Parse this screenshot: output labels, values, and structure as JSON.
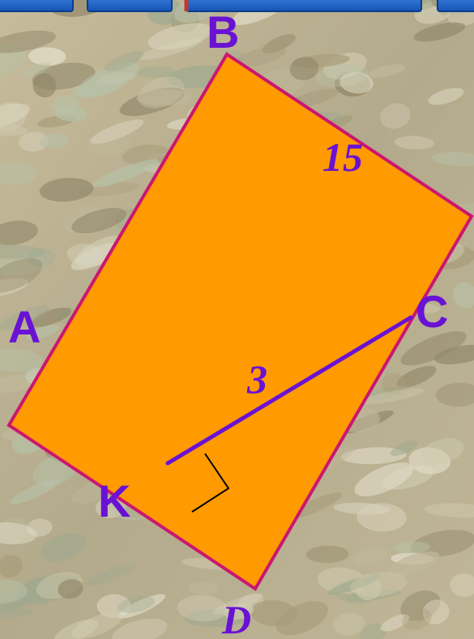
{
  "figure": {
    "vertices": {
      "A": "A",
      "B": "B",
      "C": "C",
      "D": "D",
      "K": "K"
    },
    "side_BC": "15",
    "segment_CK": "3"
  },
  "colors": {
    "fill": "#ff9a00",
    "outline": "#cc1670",
    "segment": "#6a12d4",
    "labels": "#6a12d4",
    "right_angle_mark": "#000000"
  },
  "top_nav": {
    "button_count": 4,
    "color": "#1f6fd6"
  }
}
